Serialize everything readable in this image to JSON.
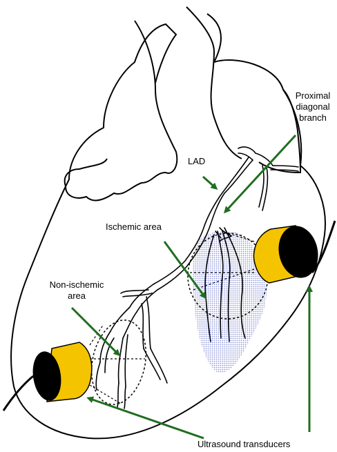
{
  "labels": {
    "proximal_diagonal_branch": [
      "Proximal",
      "diagonal",
      "branch"
    ],
    "lad": "LAD",
    "ischemic_area": "Ischemic area",
    "non_ischemic_area": [
      "Non-ischemic",
      "area"
    ],
    "ultrasound_transducers": "Ultrasound transducers"
  },
  "colors": {
    "transducer_body": "#f5c400",
    "transducer_face": "#000000",
    "arrow": "#1f6e1f",
    "ischemic_fill": "#c9cff0",
    "outline": "#000000"
  }
}
